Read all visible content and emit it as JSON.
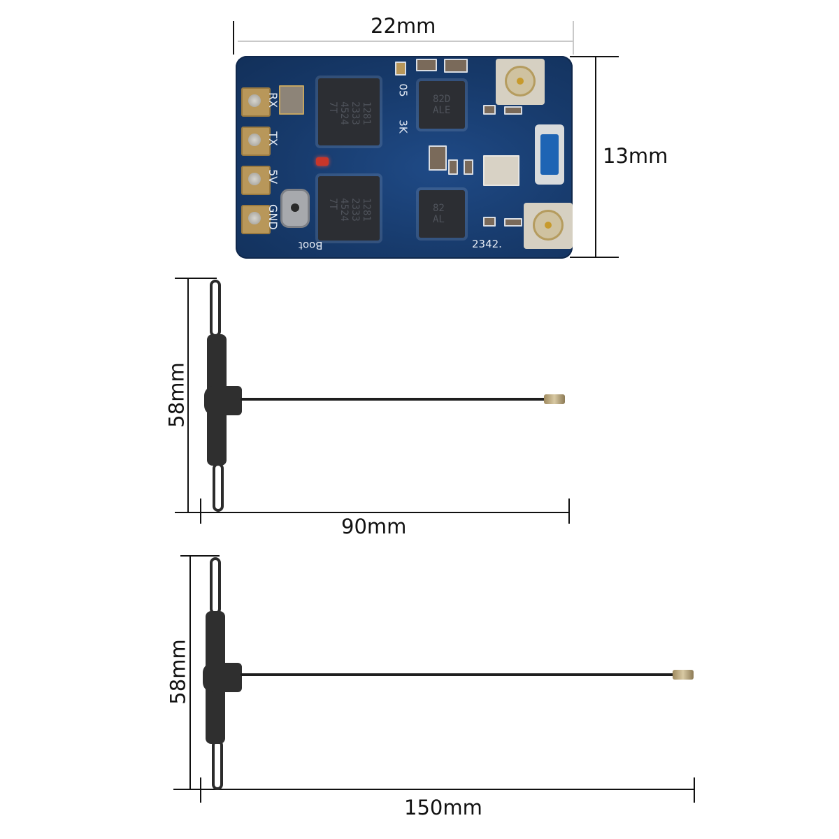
{
  "pcb_section": {
    "width_label": "22mm",
    "height_label": "13mm",
    "pad_labels": [
      "RX",
      "TX",
      "5V",
      "GND"
    ],
    "silk_labels": {
      "boot": "Boot",
      "code_05": "05",
      "code_3k": "3K",
      "date_code": "2342."
    },
    "chip_marks": {
      "mcu_top": "1281\n2333\n4524\n7T",
      "mcu_bottom": "1281\n2333\n4524\n7T",
      "rf_top": "82D\nALE",
      "rf_bottom": "82\nAL"
    },
    "colors": {
      "board": "#173a6b",
      "pads": "#b8975a",
      "chips": "#2c2e33",
      "led": "#c8362a",
      "blue_component": "#1e64b4"
    }
  },
  "antenna_90": {
    "height_label": "58mm",
    "length_label": "90mm"
  },
  "antenna_150": {
    "height_label": "58mm",
    "length_label": "150mm"
  }
}
